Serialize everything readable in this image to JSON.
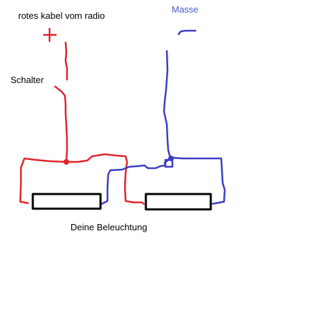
{
  "labels": {
    "red_cable": "rotes kabel vom radio",
    "switch": "Schalter",
    "ground": "Masse",
    "lighting": "Deine Beleuchtung"
  },
  "symbols": {
    "plus": "+"
  },
  "colors": {
    "red_wire": "#e0242a",
    "blue_wire": "#3a3ec4",
    "ground_label": "#4a56c8",
    "lamp_outline": "#000000",
    "text": "#000000",
    "background": "#ffffff"
  },
  "icons": {
    "plus": "plus-sign-icon",
    "lamp": "lamp-bar-icon",
    "junction": "wire-junction-icon"
  }
}
